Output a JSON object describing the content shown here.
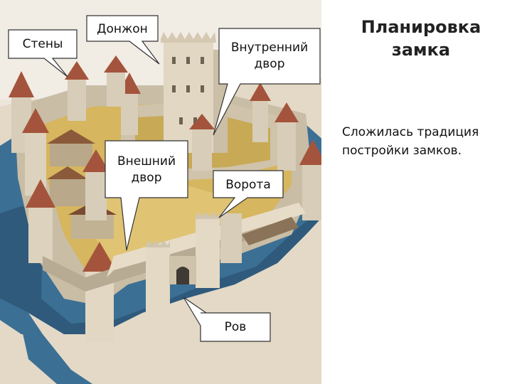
{
  "slide": {
    "title": "Планировка\nзамка",
    "body": "Сложилась традиция\nпостройки замков."
  },
  "callouts": {
    "walls": "Стены",
    "donjon": "Донжон",
    "inner_yard": "Внутренний\nдвор",
    "outer_yard": "Внешний\nдвор",
    "gate": "Ворота",
    "moat": "Ров"
  },
  "colors": {
    "moat_water": "#3c6f94",
    "wall_stone": "#d8cdb8",
    "roof": "#a4543c",
    "yard_ground": "#d6b65e",
    "sky_paper": "#ece5da"
  }
}
